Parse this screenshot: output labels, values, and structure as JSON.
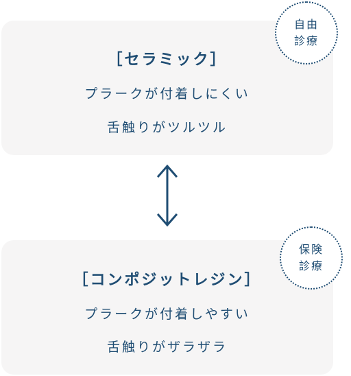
{
  "top_card": {
    "title": "［セラミック］",
    "line1": "プラークが付着しにくい",
    "line2": "舌触りがツルツル",
    "badge_line1": "自由",
    "badge_line2": "診療"
  },
  "bottom_card": {
    "title": "［コンポジットレジン］",
    "line1": "プラークが付着しやすい",
    "line2": "舌触りがザラザラ",
    "badge_line1": "保険",
    "badge_line2": "診療"
  },
  "colors": {
    "text": "#1f4d73",
    "card_bg": "#f6f5f5"
  },
  "icons": {
    "comparison_arrow": "double-headed-vertical-arrow"
  }
}
